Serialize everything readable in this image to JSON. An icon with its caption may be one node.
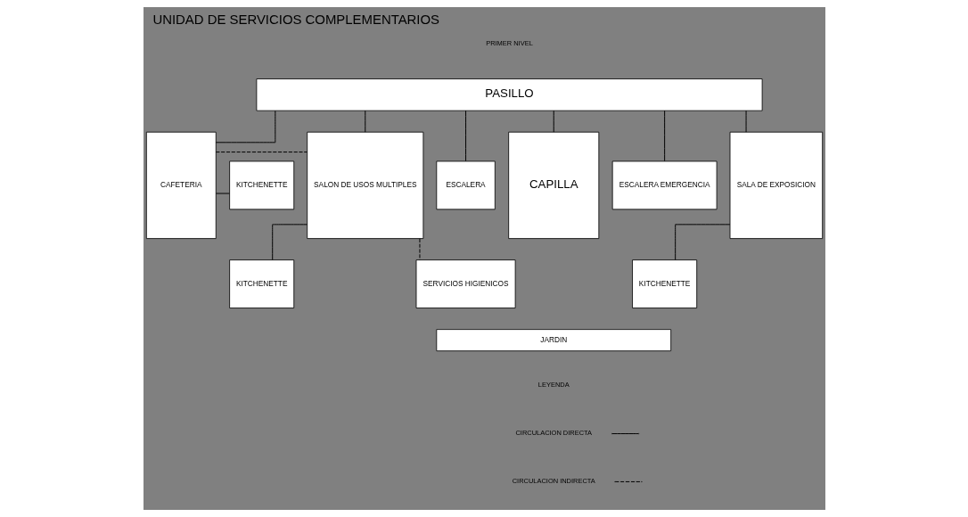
{
  "diagram": {
    "title": "UNIDAD DE SERVICIOS COMPLEMENTARIOS",
    "nodes": [
      {
        "text": [
          "PASILLO"
        ]
      },
      {
        "text": [
          "CAFETERIA"
        ]
      },
      {
        "text": [
          "KITCHENETTE"
        ]
      },
      {
        "text": [
          "SALON DE USOS MULTIPLES"
        ]
      },
      {
        "text": [
          "ESCALERA"
        ]
      },
      {
        "text": [
          "CAPILLA"
        ]
      },
      {
        "text": [
          "ESCALERA EMERGENCIA"
        ]
      },
      {
        "text": [
          "SALA DE EXPOSICION"
        ]
      },
      {
        "text": [
          "KITCHENETTE"
        ]
      },
      {
        "text": [
          "SERVICIOS HIGIENICOS"
        ]
      },
      {
        "text": [
          "KITCHENETTE"
        ]
      },
      {
        "text": [
          "JARDIN"
        ]
      }
    ],
    "edges": [
      {
        "from": 0,
        "to": 1,
        "arrow": "none"
      },
      {
        "from": 0,
        "to": 3,
        "arrow": "none"
      },
      {
        "from": 0,
        "to": 4,
        "arrow": "none"
      },
      {
        "from": 0,
        "to": 5,
        "arrow": "none"
      },
      {
        "from": 0,
        "to": 6,
        "arrow": "none"
      },
      {
        "from": 0,
        "to": 7,
        "arrow": "none"
      },
      {
        "from": 1,
        "to": 2,
        "arrow": "none"
      },
      {
        "from": 8,
        "to": 3,
        "arrow": "none"
      },
      {
        "from": 10,
        "to": 7,
        "arrow": "none"
      },
      {
        "from": 1,
        "to": 3,
        "arrow": "none",
        "style": "dashed"
      },
      {
        "from": 3,
        "to": 9,
        "arrow": "none",
        "style": "dashed"
      }
    ],
    "labels": [
      "PRIMER NIVEL",
      "LEYENDA"
    ],
    "legend": [
      {
        "text": "CIRCULACION DIRECTA"
      },
      {
        "text": "CIRCULACION INDIRECTA"
      }
    ]
  }
}
